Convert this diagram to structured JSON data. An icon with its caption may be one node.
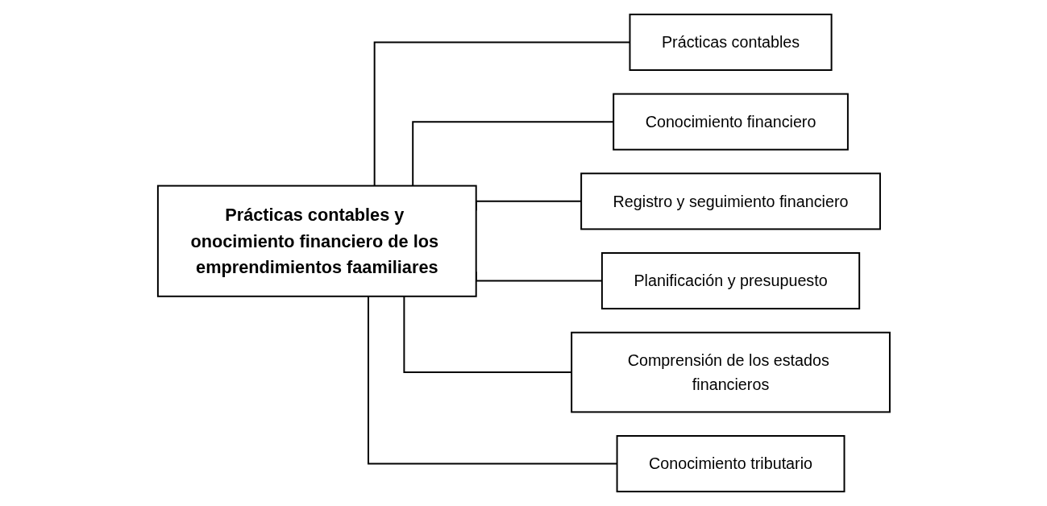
{
  "diagram": {
    "nodes": [
      {
        "text": [
          "Prácticas contables y onocimiento financiero de los emprendimientos faamiliares"
        ]
      },
      {
        "text": [
          "Prácticas contables"
        ]
      },
      {
        "text": [
          "Conocimiento financiero"
        ]
      },
      {
        "text": [
          "Registro y seguimiento financiero"
        ]
      },
      {
        "text": [
          "Planificación y presupuesto"
        ]
      },
      {
        "text": [
          "Comprensión de los estados financieros"
        ]
      },
      {
        "text": [
          "Conocimiento tributario"
        ]
      }
    ],
    "edges": [
      {
        "from": 0,
        "to": 1,
        "arrow": "none"
      },
      {
        "from": 0,
        "to": 2,
        "arrow": "none"
      },
      {
        "from": 0,
        "to": 3,
        "arrow": "none"
      },
      {
        "from": 0,
        "to": 4,
        "arrow": "none"
      },
      {
        "from": 0,
        "to": 5,
        "arrow": "none"
      },
      {
        "from": 0,
        "to": 6,
        "arrow": "none"
      }
    ]
  }
}
